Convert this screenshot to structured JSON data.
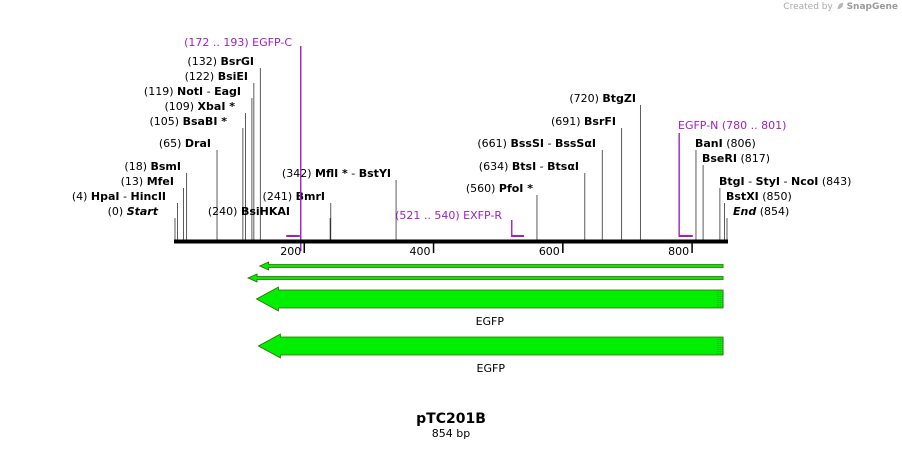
{
  "watermark": {
    "prefix": "Created by",
    "brand": "SnapGene"
  },
  "map": {
    "name": "pTC201B",
    "length_label": "854 bp",
    "length": 854,
    "colors": {
      "enzyme": "#000000",
      "primer": "#a020c0",
      "feature": "#00ee00",
      "feature_edge": "#336600",
      "backbone": "#000000"
    },
    "axis_ticks": [
      {
        "value": 200,
        "label": "200"
      },
      {
        "value": 400,
        "label": "400"
      },
      {
        "value": 600,
        "label": "600"
      },
      {
        "value": 800,
        "label": "800"
      }
    ],
    "enzymes": [
      {
        "id": "start",
        "pos": 0,
        "posLabel": "(0)",
        "names": [
          "Start"
        ],
        "italic": true
      },
      {
        "id": "hpai",
        "pos": 4,
        "posLabel": "(4)",
        "names": [
          "HpaI",
          "HincII"
        ]
      },
      {
        "id": "mfei",
        "pos": 13,
        "posLabel": "(13)",
        "names": [
          "MfeI"
        ]
      },
      {
        "id": "bsmi",
        "pos": 18,
        "posLabel": "(18)",
        "names": [
          "BsmI"
        ]
      },
      {
        "id": "drai",
        "pos": 65,
        "posLabel": "(65)",
        "names": [
          "DraI"
        ]
      },
      {
        "id": "bsabi",
        "pos": 105,
        "posLabel": "(105)",
        "names": [
          "BsaBI *"
        ]
      },
      {
        "id": "xbai",
        "pos": 109,
        "posLabel": "(109)",
        "names": [
          "XbaI *"
        ]
      },
      {
        "id": "noti",
        "pos": 119,
        "posLabel": "(119)",
        "names": [
          "NotI",
          "EagI"
        ]
      },
      {
        "id": "bsiei",
        "pos": 122,
        "posLabel": "(122)",
        "names": [
          "BsiEI"
        ]
      },
      {
        "id": "bsrgi",
        "pos": 132,
        "posLabel": "(132)",
        "names": [
          "BsrGI"
        ]
      },
      {
        "id": "bsihkai",
        "pos": 240,
        "posLabel": "(240)",
        "names": [
          "BsiHKAI"
        ]
      },
      {
        "id": "bmri",
        "pos": 241,
        "posLabel": "(241)",
        "names": [
          "BmrI"
        ]
      },
      {
        "id": "mfli",
        "pos": 342,
        "posLabel": "(342)",
        "names": [
          "MflI *",
          "BstYI"
        ]
      },
      {
        "id": "pfoi",
        "pos": 560,
        "posLabel": "(560)",
        "names": [
          "PfoI *"
        ]
      },
      {
        "id": "btsi",
        "pos": 634,
        "posLabel": "(634)",
        "names": [
          "BtsI",
          "BtsαI"
        ]
      },
      {
        "id": "bsssi",
        "pos": 661,
        "posLabel": "(661)",
        "names": [
          "BssSI",
          "BssSαI"
        ]
      },
      {
        "id": "bsrfi",
        "pos": 691,
        "posLabel": "(691)",
        "names": [
          "BsrFI"
        ]
      },
      {
        "id": "btgzi",
        "pos": 720,
        "posLabel": "(720)",
        "names": [
          "BtgZI"
        ]
      },
      {
        "id": "bani",
        "pos": 806,
        "posLabel": "(806)",
        "names": [
          "BanI"
        ]
      },
      {
        "id": "bseri",
        "pos": 817,
        "posLabel": "(817)",
        "names": [
          "BseRI"
        ]
      },
      {
        "id": "btgi",
        "pos": 843,
        "posLabel": "(843)",
        "names": [
          "BtgI",
          "StyI",
          "NcoI"
        ]
      },
      {
        "id": "bstxi",
        "pos": 850,
        "posLabel": "(850)",
        "names": [
          "BstXI"
        ]
      },
      {
        "id": "end",
        "pos": 854,
        "posLabel": "(854)",
        "names": [
          "End"
        ],
        "italic": true
      }
    ],
    "primers": [
      {
        "id": "egfp-c",
        "name": "EGFP-C",
        "rangeLabel": "(172 .. 193)",
        "start": 172,
        "end": 193
      },
      {
        "id": "exfp-r",
        "name": "EXFP-R",
        "rangeLabel": "(521 .. 540)",
        "start": 521,
        "end": 540
      },
      {
        "id": "egfp-n",
        "name": "EGFP-N",
        "rangeLabel": "(780 .. 801)",
        "start": 780,
        "end": 801
      }
    ],
    "thin_arrows": [
      {
        "start": 131,
        "end": 848,
        "direction": "left"
      },
      {
        "start": 113,
        "end": 848,
        "direction": "left"
      }
    ],
    "features": [
      {
        "name": "EGFP",
        "start": 126,
        "end": 848,
        "direction": "left"
      },
      {
        "name": "EGFP",
        "start": 129,
        "end": 848,
        "direction": "left"
      }
    ]
  }
}
